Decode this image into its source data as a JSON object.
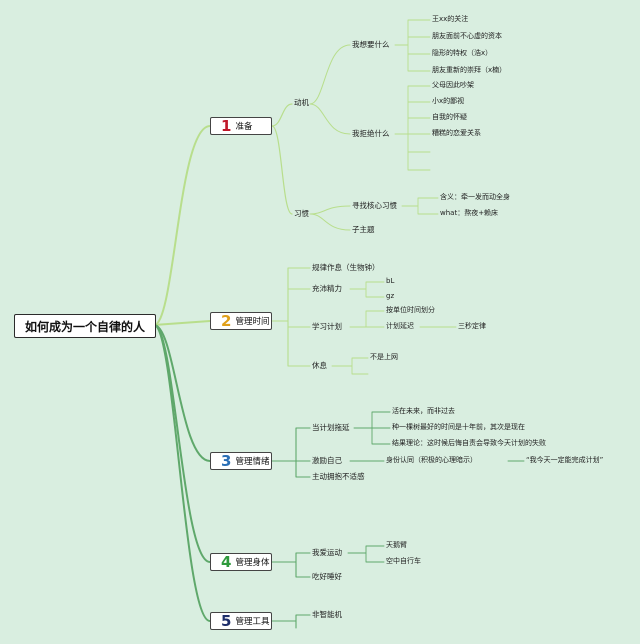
{
  "root": {
    "title": "如何成为一个自律的人"
  },
  "colors": {
    "background": "#d9eee0",
    "num1": "#c0182a",
    "num2": "#e0a019",
    "num3": "#2a6fb6",
    "num4": "#2e9a3c",
    "num5": "#1e2f6b",
    "branch1": "#b8de8c",
    "branch_main": "#5fa86b"
  },
  "sections": [
    {
      "num": "1",
      "label": "准备"
    },
    {
      "num": "2",
      "label": "管理时间"
    },
    {
      "num": "3",
      "label": "管理情绪"
    },
    {
      "num": "4",
      "label": "管理身体"
    },
    {
      "num": "5",
      "label": "管理工具"
    }
  ],
  "s1": {
    "motive": "动机",
    "want": "我想要什么",
    "want_items": [
      "王xx的关注",
      "朋友面前不心虚的资本",
      "隐形的特权（浩x）",
      "朋友重新的崇拜（x楠）"
    ],
    "reject": "我拒绝什么",
    "reject_items": [
      "父母因此吵架",
      "小x的鄙视",
      "自我的怀疑",
      "糟糕的恋爱关系"
    ],
    "habit": "习惯",
    "core": "寻找核心习惯",
    "core_items": [
      "含义：牵一发而动全身",
      "what：熬夜+赖床"
    ],
    "sub": "子主题"
  },
  "s2": {
    "rhythm": "规律作息（生物钟）",
    "energy": "充沛精力",
    "energy_items": [
      "bL",
      "gz"
    ],
    "study": "学习计划",
    "study_items": [
      "按单位时间划分",
      "计划延迟"
    ],
    "delay_item": "三秒定律",
    "rest": "休息",
    "rest_item": "不是上网"
  },
  "s3": {
    "procrast": "当计划拖延",
    "procrast_items": [
      "活在未来，而非过去",
      "种一棵树最好的时间是十年前，其次是现在",
      "结果理论：这时候后悔自责会导致今天计划的失败"
    ],
    "encourage": "激励自己",
    "identity": "身份认同（积极的心理暗示）",
    "identity_item": "“我今天一定能完成计划”",
    "embrace": "主动拥抱不适感"
  },
  "s4": {
    "sport": "我爱运动",
    "sport_items": [
      "天鹅臂",
      "空中自行车"
    ],
    "eat": "吃好睡好"
  },
  "s5": {
    "phone": "非智能机"
  }
}
